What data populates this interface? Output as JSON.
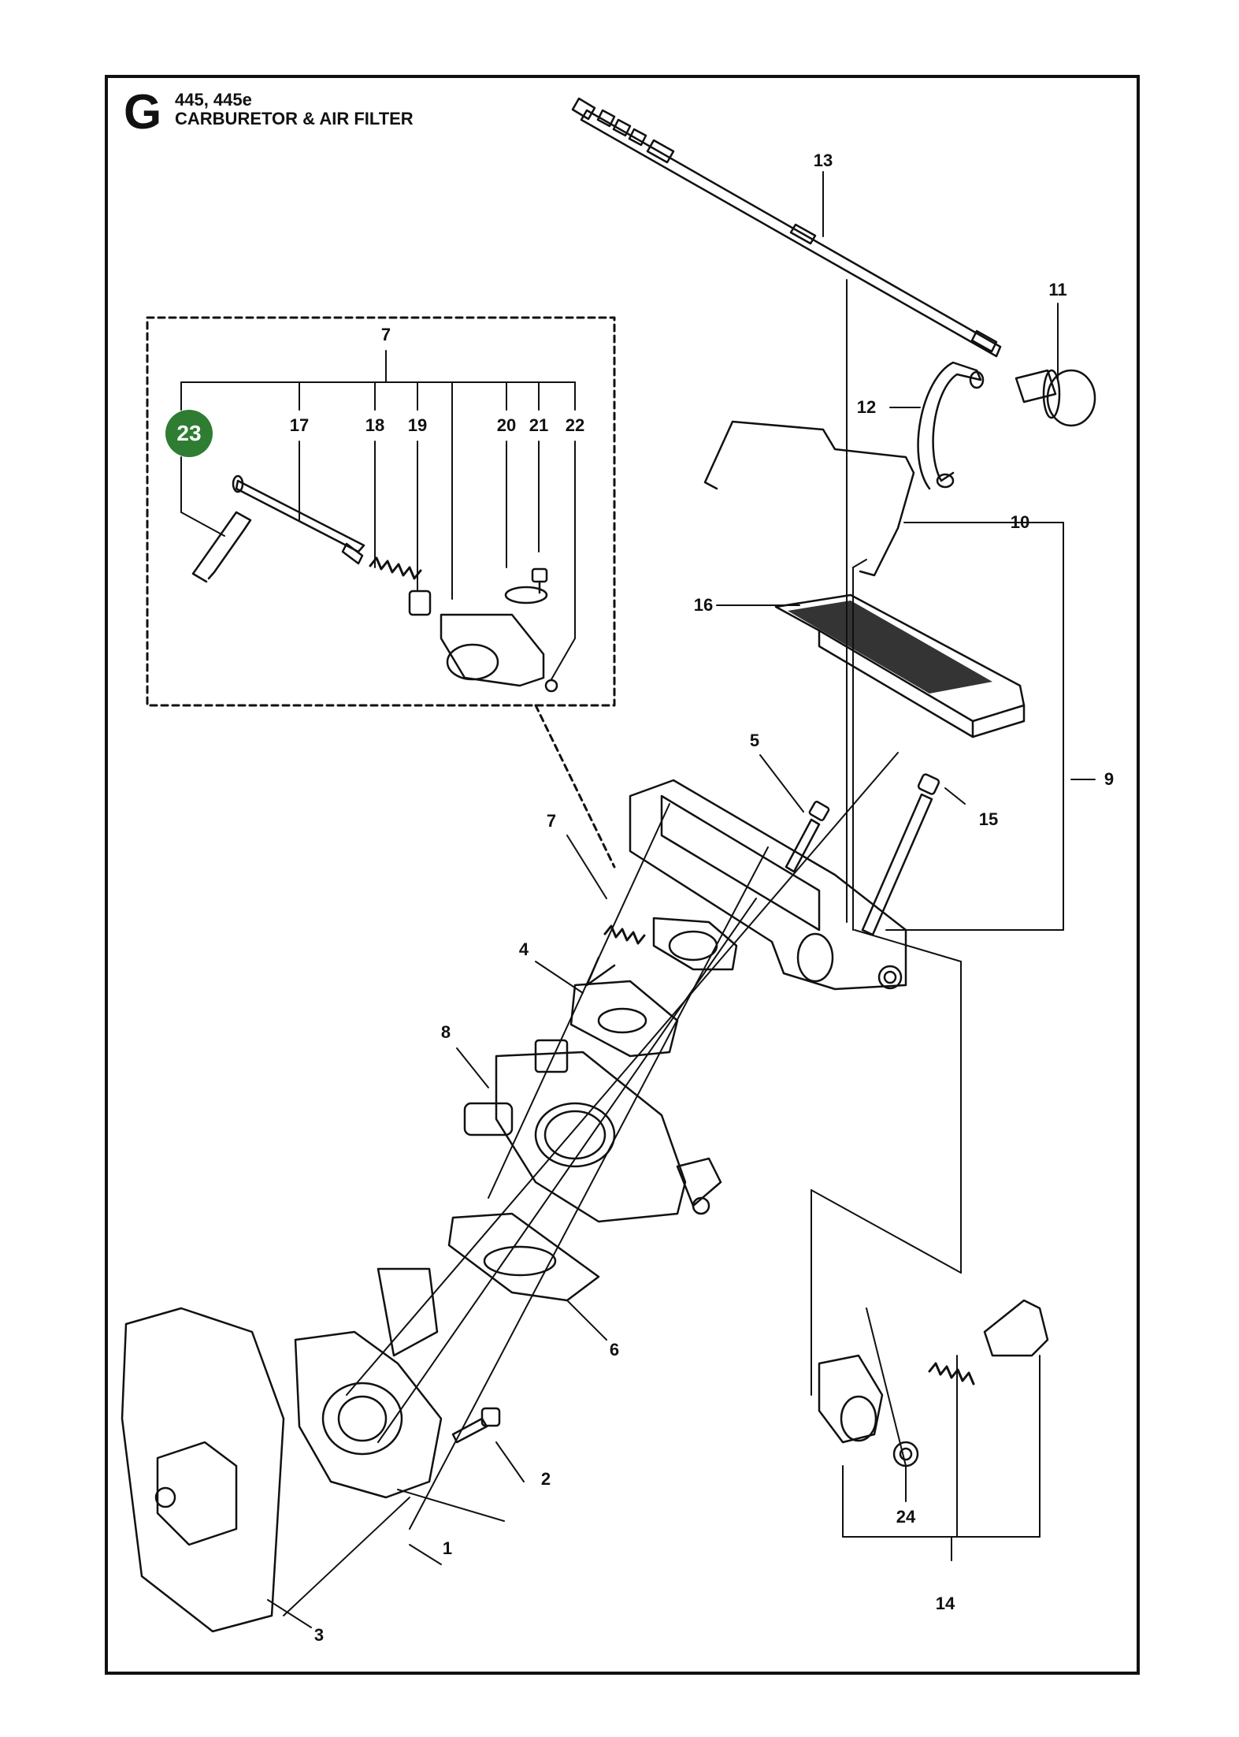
{
  "header": {
    "section_letter": "G",
    "models": "445, 445e",
    "title": "CARBURETOR & AIR FILTER"
  },
  "kit_badge": {
    "label": "23",
    "color": "#2e7d32"
  },
  "callouts": [
    "1",
    "2",
    "3",
    "4",
    "5",
    "6",
    "7",
    "7",
    "8",
    "9",
    "10",
    "11",
    "12",
    "13",
    "14",
    "15",
    "16",
    "17",
    "18",
    "19",
    "20",
    "21",
    "22",
    "24"
  ],
  "colors": {
    "ink": "#111111",
    "badge": "#2e7d32"
  }
}
